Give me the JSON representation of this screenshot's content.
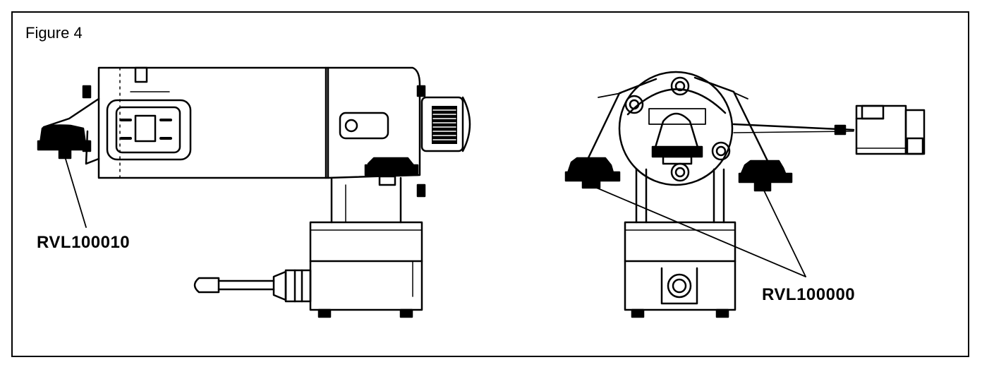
{
  "figure": {
    "title": "Figure 4",
    "labels": {
      "left_part": "RVL100010",
      "right_part": "RVL100000"
    },
    "line_color": "#000000",
    "background": "#ffffff"
  }
}
